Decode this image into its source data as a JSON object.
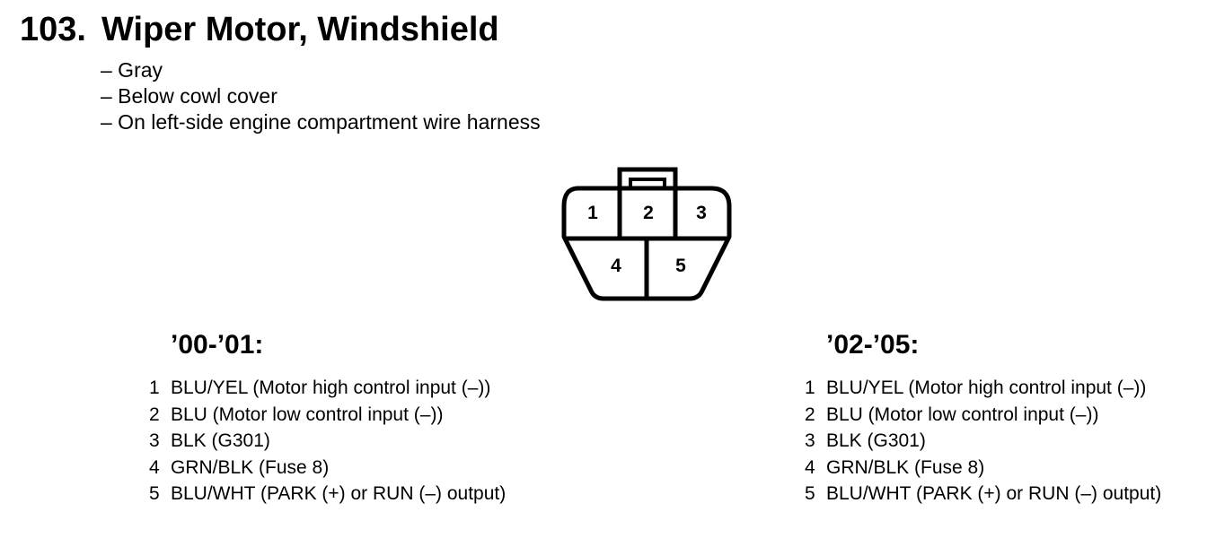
{
  "header": {
    "number": "103.",
    "title": "Wiper Motor, Windshield"
  },
  "notes": [
    "– Gray",
    "– Below cowl cover",
    "– On left-side engine compartment wire harness"
  ],
  "connector": {
    "pins": [
      "1",
      "2",
      "3",
      "4",
      "5"
    ]
  },
  "sections": [
    {
      "years": "’00-’01:",
      "pins": [
        {
          "n": "1",
          "text": "BLU/YEL (Motor high control input (–))"
        },
        {
          "n": "2",
          "text": "BLU (Motor low control input (–))"
        },
        {
          "n": "3",
          "text": "BLK (G301)"
        },
        {
          "n": "4",
          "text": "GRN/BLK (Fuse 8)"
        },
        {
          "n": "5",
          "text": "BLU/WHT (PARK (+) or RUN (–) output)"
        }
      ]
    },
    {
      "years": "’02-’05:",
      "pins": [
        {
          "n": "1",
          "text": "BLU/YEL (Motor high control input (–))"
        },
        {
          "n": "2",
          "text": "BLU (Motor low control input (–))"
        },
        {
          "n": "3",
          "text": "BLK (G301)"
        },
        {
          "n": "4",
          "text": "GRN/BLK (Fuse 8)"
        },
        {
          "n": "5",
          "text": "BLU/WHT (PARK (+) or RUN (–) output)"
        }
      ]
    }
  ]
}
